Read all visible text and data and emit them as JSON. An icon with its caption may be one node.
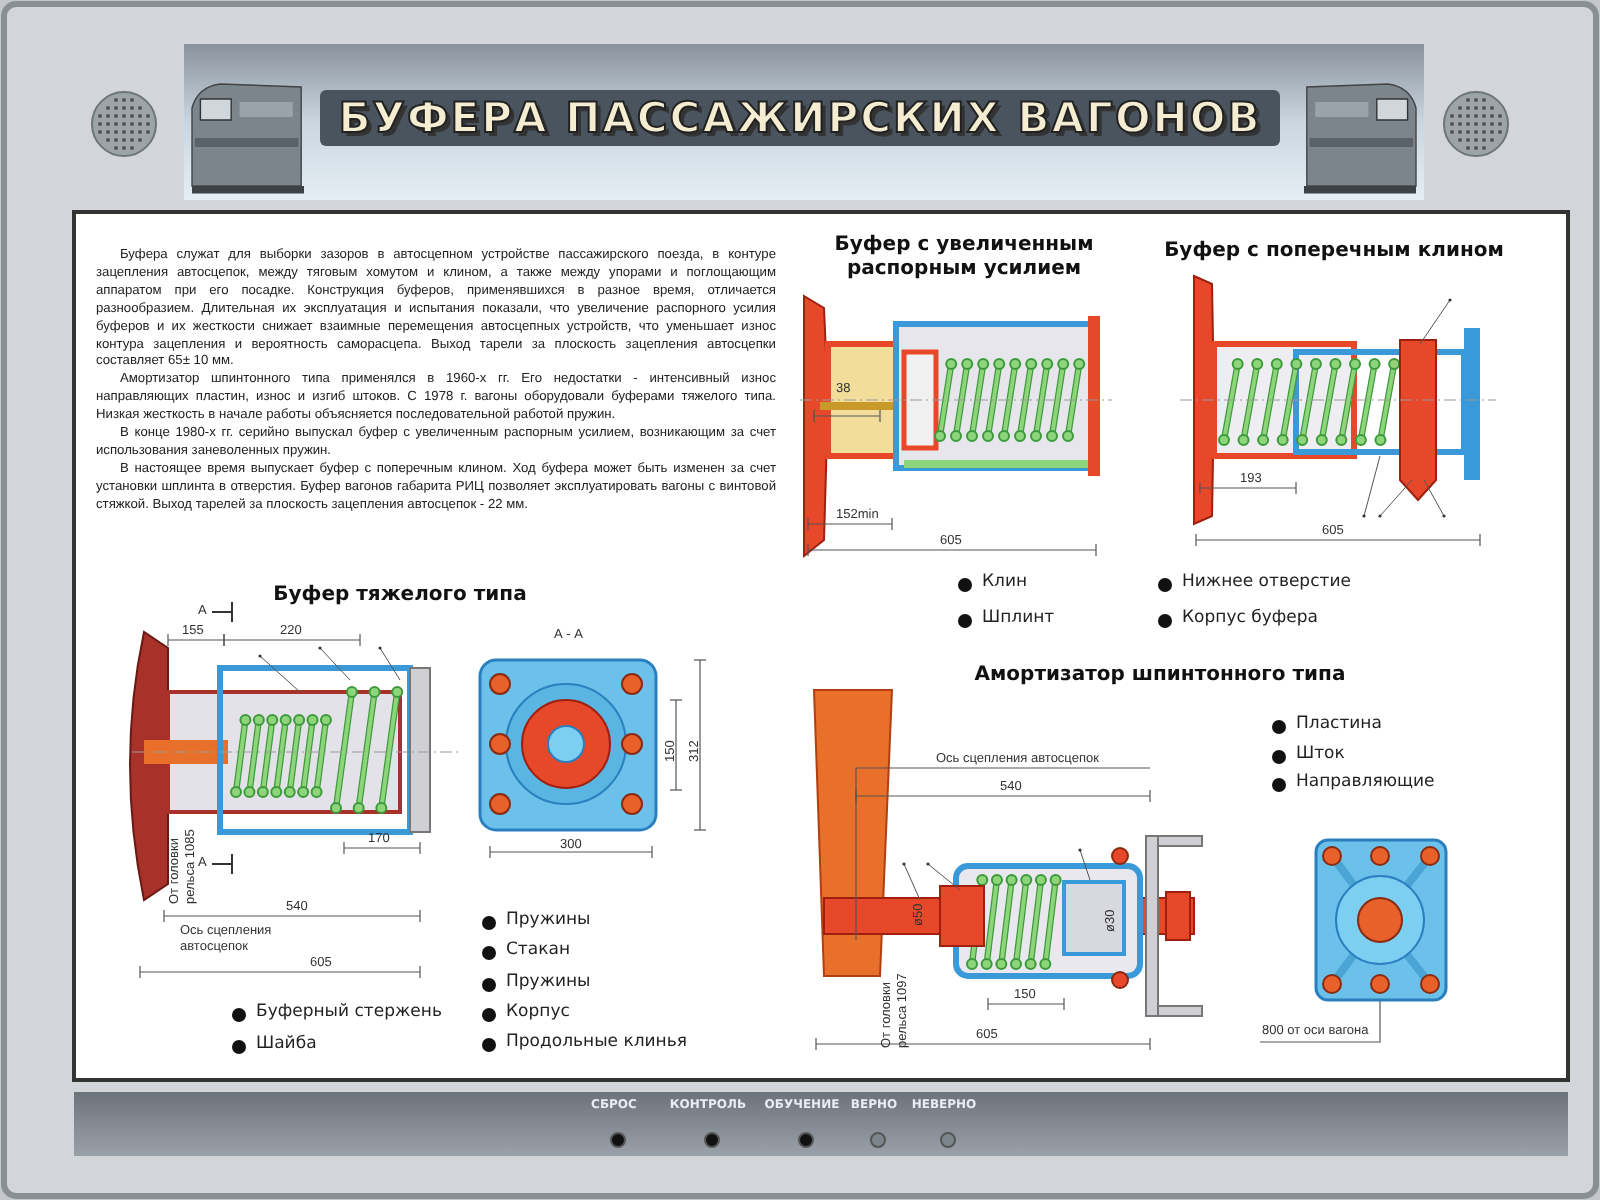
{
  "diagram": {
    "title": "БУФЕРА ПАССАЖИРСКИХ ВАГОНОВ",
    "labels": [
      "Буфера служат для выборки зазоров в автосцепном устройстве пассажирского поезда, в контуре зацепления автосцепок, между тяговым хомутом и клином, а также между упорами и поглощающим аппаратом при его посадке. Конструкция буферов, применявшихся в разное время, отличается разнообразием. Длительная их эксплуатация и испытания показали, что увеличение распорного усилия буферов и их жесткости снижает взаимные перемещения автосцепных устройств, что уменьшает износ контура зацепления и вероятность саморасцепа. Выход тарели за плоскость зацепления автосцепки составляет 65± 10 мм.",
      "Амортизатор шпинтонного типа применялся в 1960-х гг. Его недостатки - интенсивный износ направляющих пластин, износ и изгиб штоков. С 1978 г. вагоны оборудовали буферами тяжелого типа. Низкая жесткость в начале работы объясняется последовательной работой пружин.",
      "В конце 1980-х гг. серийно выпускал буфер с увеличенным распорным усилием, возникающим за счет использования заневоленных пружин.",
      "В настоящее время выпускает буфер с поперечным клином. Ход буфера может быть изменен за счет установки шплинта в отверстия. Буфер вагонов габарита РИЦ позволяет эксплуатировать вагоны с винтовой стяжкой. Выход тарелей за плоскость зацепления автосцепок - 22 мм.",
      "Буфер с увеличенным распорным усилием",
      "Буфер с поперечным клином",
      "38",
      "152min",
      "605",
      "193",
      "605",
      "Клин",
      "Шплинт",
      "Нижнее отверстие",
      "Корпус буфера",
      "Буфер тяжелого типа",
      "А",
      "155",
      "220",
      "А - А",
      "150",
      "312",
      "170",
      "300",
      "От головки рельса 1085",
      "А",
      "540",
      "Ось сцепления автосцепок",
      "605",
      "Пружины",
      "Стакан",
      "Пружины",
      "Корпус",
      "Продольные клинья",
      "Буферный стержень",
      "Шайба",
      "Амортизатор шпинтонного типа",
      "Пластина",
      "Шток",
      "Направляющие",
      "Ось сцепления автосцепок",
      "540",
      "ø50",
      "ø30",
      "150",
      "От головки рельса 1097",
      "605",
      "800 от оси вагона",
      "СБРОС",
      "КОНТРОЛЬ",
      "ОБУЧЕНИЕ",
      "ВЕРНО",
      "НЕВЕРНО"
    ]
  }
}
